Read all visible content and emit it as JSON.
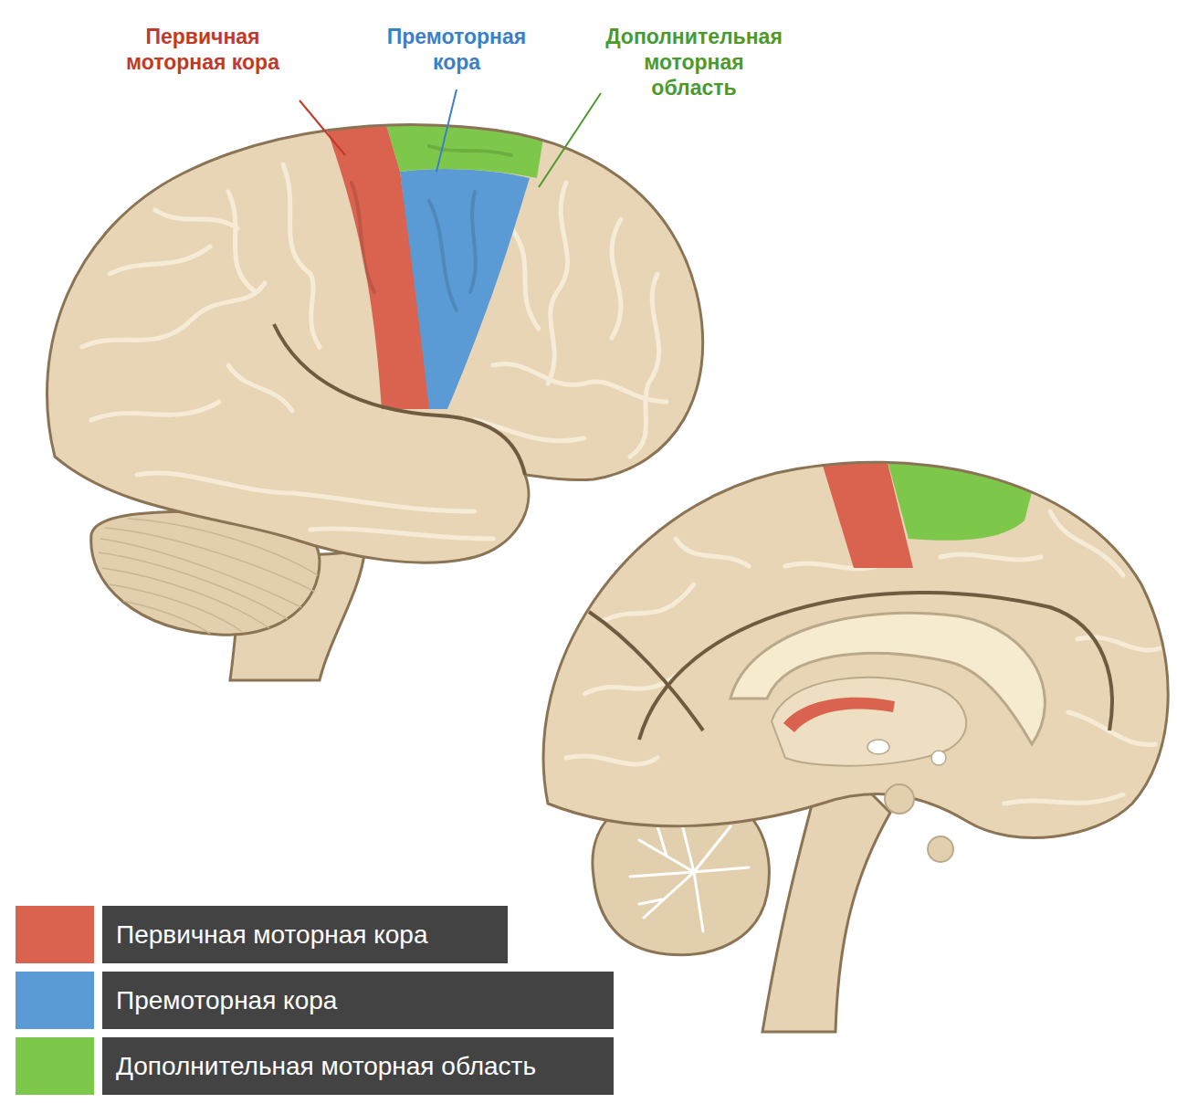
{
  "diagram": {
    "labels": [
      "Первичная моторная кора",
      "Премоторная кора",
      "Дополнительная моторная область"
    ],
    "legend": [
      {
        "text": "Первичная моторная кора",
        "color": "#d9634f"
      },
      {
        "text": "Премоторная кора",
        "color": "#5b9bd5"
      },
      {
        "text": "Дополнительная моторная область",
        "color": "#7dc74a"
      }
    ]
  }
}
